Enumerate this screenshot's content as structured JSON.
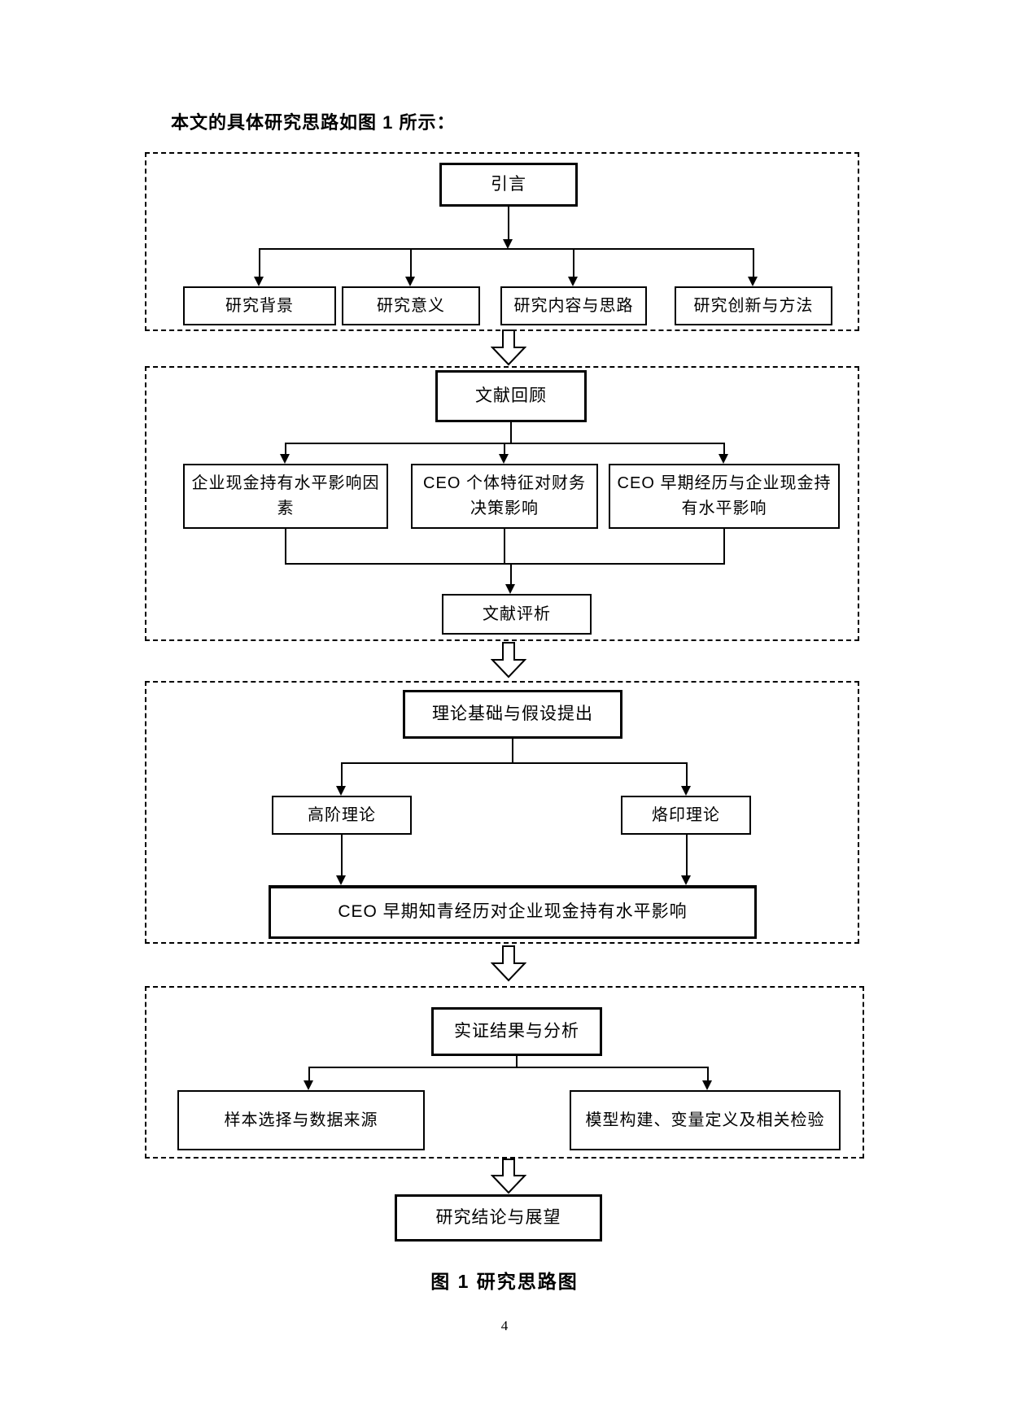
{
  "page": {
    "intro_text": "本文的具体研究思路如图 1 所示：",
    "caption": "图 1 研究思路图",
    "page_number": "4"
  },
  "flowchart": {
    "nodes": {
      "introduction": {
        "label": "引言"
      },
      "background": {
        "label": "研究背景"
      },
      "significance": {
        "label": "研究意义"
      },
      "content_approach": {
        "label": "研究内容与思路"
      },
      "innovation_method": {
        "label": "研究创新与方法"
      },
      "literature_review": {
        "label": "文献回顾"
      },
      "cash_holding_factors": {
        "label": "企业现金持有水平影响因素"
      },
      "ceo_traits": {
        "label": "CEO 个体特征对财务决策影响"
      },
      "ceo_early_experience": {
        "label": "CEO 早期经历与企业现金持有水平影响"
      },
      "literature_evaluation": {
        "label": "文献评析"
      },
      "theory_hypothesis": {
        "label": "理论基础与假设提出"
      },
      "upper_echelons": {
        "label": "高阶理论"
      },
      "imprinting": {
        "label": "烙印理论"
      },
      "zhiqing_effect": {
        "label": "CEO 早期知青经历对企业现金持有水平影响"
      },
      "empirical_results": {
        "label": "实证结果与分析"
      },
      "sample_data": {
        "label": "样本选择与数据来源"
      },
      "model_tests": {
        "label": "模型构建、变量定义及相关检验"
      },
      "conclusion": {
        "label": "研究结论与展望"
      }
    },
    "sections": [
      {
        "id": "section-introduction",
        "nodes": [
          "introduction",
          "background",
          "significance",
          "content_approach",
          "innovation_method"
        ]
      },
      {
        "id": "section-literature",
        "nodes": [
          "literature_review",
          "cash_holding_factors",
          "ceo_traits",
          "ceo_early_experience",
          "literature_evaluation"
        ]
      },
      {
        "id": "section-theory",
        "nodes": [
          "theory_hypothesis",
          "upper_echelons",
          "imprinting",
          "zhiqing_effect"
        ]
      },
      {
        "id": "section-empirical",
        "nodes": [
          "empirical_results",
          "sample_data",
          "model_tests"
        ]
      },
      {
        "id": "section-conclusion",
        "nodes": [
          "conclusion"
        ]
      }
    ]
  }
}
